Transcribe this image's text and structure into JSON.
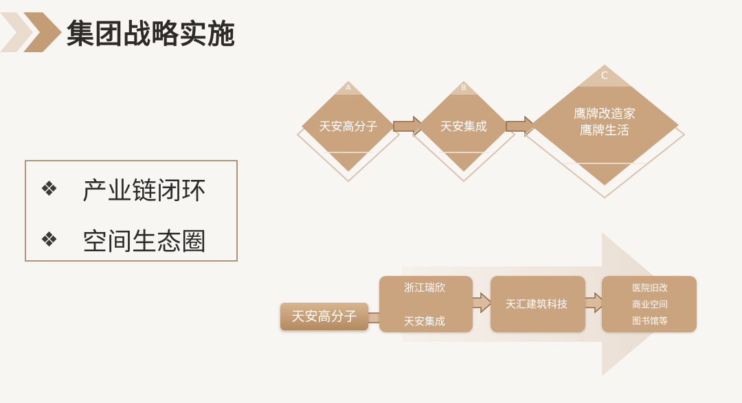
{
  "title": "集团战略实施",
  "bullets": [
    {
      "mark": "❖",
      "text": "产业链闭环"
    },
    {
      "mark": "❖",
      "text": "空间生态圈"
    }
  ],
  "top_flow": {
    "steps": [
      {
        "badge": "A",
        "lines": [
          "天安高分子"
        ]
      },
      {
        "badge": "B",
        "lines": [
          "天安集成"
        ]
      },
      {
        "badge": "C",
        "lines": [
          "鹰牌改造家",
          "鹰牌生活"
        ]
      }
    ]
  },
  "bottom_flow": {
    "source": "天安高分子",
    "box1": [
      "浙江瑞欣",
      "天安集成"
    ],
    "box2": [
      "天汇建筑科技"
    ],
    "box3": [
      "医院旧改",
      "商业空间",
      "图书馆等"
    ]
  },
  "colors": {
    "accent": "#c9a47e",
    "accent_dark": "#b48a60",
    "border": "#b19377",
    "big_arrow": "#ebdfd4",
    "title": "#2e2a27"
  }
}
